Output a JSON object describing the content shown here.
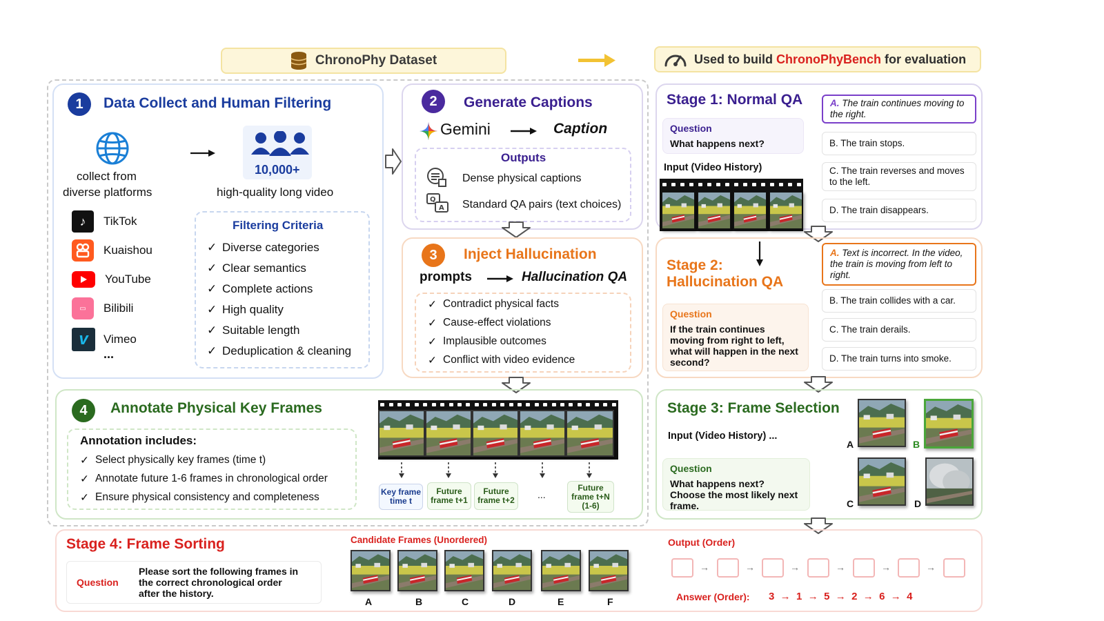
{
  "header": {
    "dataset_label": "ChronoPhy Dataset",
    "used_prefix": "Used to build",
    "bench_name": "ChronoPhyBench",
    "used_suffix": "for evaluation"
  },
  "panel1": {
    "num": "1",
    "title": "Data Collect and Human Filtering",
    "collect_line1": "collect from",
    "collect_line2": "diverse platforms",
    "count": "10,000+",
    "video_label": "high-quality long video",
    "platforms": [
      "TikTok",
      "Kuaishou",
      "YouTube",
      "Bilibili",
      "Vimeo"
    ],
    "platform_more": "...",
    "criteria_title": "Filtering Criteria",
    "criteria": [
      "Diverse categories",
      "Clear semantics",
      "Complete actions",
      "High quality",
      "Suitable length",
      "Deduplication & cleaning"
    ]
  },
  "panel2": {
    "num": "2",
    "title": "Generate Captions",
    "model": "Gemini",
    "caption": "Caption",
    "outputs_title": "Outputs",
    "outputs": [
      "Dense physical captions",
      "Standard QA pairs (text choices)"
    ]
  },
  "panel3": {
    "num": "3",
    "title": "Inject Hallucination",
    "prompts": "prompts",
    "result": "Hallucination QA",
    "items": [
      "Contradict physical facts",
      "Cause-effect violations",
      "Implausible outcomes",
      "Conflict with video evidence"
    ]
  },
  "panel4": {
    "num": "4",
    "title": "Annotate Physical Key Frames",
    "includes_title": "Annotation includes:",
    "items": [
      "Select physically key frames (time t)",
      "Annotate future 1-6 frames in chronological order",
      "Ensure physical consistency and completeness"
    ],
    "frame_labels": [
      "Key frame\ntime t",
      "Future\nframe t+1",
      "Future\nframe t+2",
      "...",
      "Future\nframe t+N\n(1-6)"
    ]
  },
  "stage1": {
    "title": "Stage 1: Normal QA",
    "question_label": "Question",
    "question": "What happens next?",
    "input_label": "Input (Video History)",
    "options": [
      {
        "letter": "A.",
        "text": "The train continues moving to the right."
      },
      {
        "letter": "",
        "text": "B. The train stops."
      },
      {
        "letter": "",
        "text": "C. The train reverses and moves to the left."
      },
      {
        "letter": "",
        "text": "D. The train disappears."
      }
    ]
  },
  "stage2": {
    "title_line1": "Stage 2:",
    "title_line2": "Hallucination QA",
    "question_label": "Question",
    "question": "If the train continues moving from right to left, what will happen in the next second?",
    "options": [
      {
        "letter": "A.",
        "text": "Text is incorrect. In the video, the train is moving from left to right."
      },
      {
        "letter": "",
        "text": "B. The train collides with a car."
      },
      {
        "letter": "",
        "text": "C. The train derails."
      },
      {
        "letter": "",
        "text": "D. The train turns into smoke."
      }
    ]
  },
  "stage3": {
    "title": "Stage 3: Frame Selection",
    "input_label": "Input (Video History) ...",
    "question_label": "Question",
    "question": "What happens next? Choose the most likely next frame.",
    "choices": [
      "A",
      "B",
      "C",
      "D"
    ]
  },
  "stage4": {
    "title": "Stage 4: Frame Sorting",
    "question_label": "Question",
    "question": "Please sort the following frames in the correct chronological order after the history.",
    "candidates_label": "Candidate Frames (Unordered)",
    "candidates": [
      "A",
      "B",
      "C",
      "D",
      "E",
      "F"
    ],
    "output_label": "Output (Order)",
    "answer_label": "Answer (Order):",
    "answer": [
      "3",
      "1",
      "5",
      "2",
      "6",
      "4"
    ]
  },
  "colors": {
    "blue": "#1a3c9e",
    "purple": "#3a1f8f",
    "orange": "#e8751a",
    "green": "#2a6a1f",
    "red": "#d9211e",
    "gold": "#f2c233"
  }
}
